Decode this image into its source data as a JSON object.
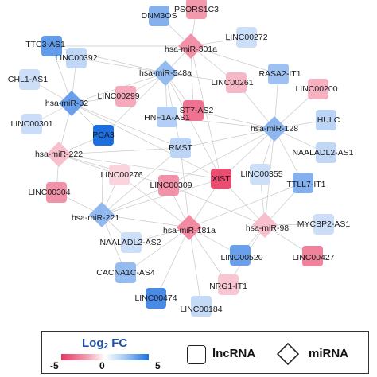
{
  "network": {
    "nodes": [
      {
        "id": "DNM3OS",
        "type": "lncRNA",
        "logfc": 2.6
      },
      {
        "id": "PSORS1C3",
        "type": "lncRNA",
        "logfc": -2.4
      },
      {
        "id": "hsa-miR-301a",
        "type": "miRNA",
        "logfc": -2.6
      },
      {
        "id": "TTC3-AS1",
        "type": "lncRNA",
        "logfc": 3.4
      },
      {
        "id": "LINC00392",
        "type": "lncRNA",
        "logfc": 1.2
      },
      {
        "id": "LINC00272",
        "type": "lncRNA",
        "logfc": 0.9
      },
      {
        "id": "hsa-miR-548a",
        "type": "miRNA",
        "logfc": 2.2
      },
      {
        "id": "CHL1-AS1",
        "type": "lncRNA",
        "logfc": 0.9
      },
      {
        "id": "RASA2-IT1",
        "type": "lncRNA",
        "logfc": 2.0
      },
      {
        "id": "LINC00261",
        "type": "lncRNA",
        "logfc": -1.6
      },
      {
        "id": "LINC00200",
        "type": "lncRNA",
        "logfc": -1.8
      },
      {
        "id": "hsa-miR-32",
        "type": "miRNA",
        "logfc": 3.2
      },
      {
        "id": "LINC00299",
        "type": "lncRNA",
        "logfc": -2.0
      },
      {
        "id": "ST7-AS2",
        "type": "lncRNA",
        "logfc": -3.4
      },
      {
        "id": "HNF1A-AS1",
        "type": "lncRNA",
        "logfc": 1.5
      },
      {
        "id": "hsa-miR-128",
        "type": "miRNA",
        "logfc": 2.4
      },
      {
        "id": "HULC",
        "type": "lncRNA",
        "logfc": 1.3
      },
      {
        "id": "LINC00301",
        "type": "lncRNA",
        "logfc": 1.0
      },
      {
        "id": "PCA3",
        "type": "lncRNA",
        "logfc": 5.0
      },
      {
        "id": "hsa-miR-222",
        "type": "miRNA",
        "logfc": -1.4
      },
      {
        "id": "RMST",
        "type": "lncRNA",
        "logfc": 1.3
      },
      {
        "id": "NAALADL2-AS1",
        "type": "lncRNA",
        "logfc": 1.2
      },
      {
        "id": "XIST",
        "type": "lncRNA",
        "logfc": -4.4
      },
      {
        "id": "LINC00355",
        "type": "lncRNA",
        "logfc": 0.9
      },
      {
        "id": "LINC00276",
        "type": "lncRNA",
        "logfc": -0.9
      },
      {
        "id": "LINC00309",
        "type": "lncRNA",
        "logfc": -2.6
      },
      {
        "id": "TTLL7-IT1",
        "type": "lncRNA",
        "logfc": 2.6
      },
      {
        "id": "LINC00304",
        "type": "lncRNA",
        "logfc": -2.6
      },
      {
        "id": "hsa-miR-221",
        "type": "miRNA",
        "logfc": 2.3
      },
      {
        "id": "hsa-miR-181a",
        "type": "miRNA",
        "logfc": -2.8
      },
      {
        "id": "hsa-miR-98",
        "type": "miRNA",
        "logfc": -1.4
      },
      {
        "id": "MYCBP2-AS1",
        "type": "lncRNA",
        "logfc": 0.9
      },
      {
        "id": "NAALADL2-AS2",
        "type": "lncRNA",
        "logfc": 0.9
      },
      {
        "id": "LINC00520",
        "type": "lncRNA",
        "logfc": 3.2
      },
      {
        "id": "LINC00427",
        "type": "lncRNA",
        "logfc": -3.0
      },
      {
        "id": "CACNA1C-AS4",
        "type": "lncRNA",
        "logfc": 2.2
      },
      {
        "id": "NRG1-IT1",
        "type": "lncRNA",
        "logfc": -1.2
      },
      {
        "id": "LINC00474",
        "type": "lncRNA",
        "logfc": 4.0
      },
      {
        "id": "LINC00184",
        "type": "lncRNA",
        "logfc": 1.1
      }
    ],
    "edges": [
      [
        "hsa-miR-301a",
        "DNM3OS"
      ],
      [
        "hsa-miR-301a",
        "PSORS1C3"
      ],
      [
        "hsa-miR-301a",
        "LINC00272"
      ],
      [
        "hsa-miR-301a",
        "RASA2-IT1"
      ],
      [
        "hsa-miR-301a",
        "LINC00261"
      ],
      [
        "hsa-miR-301a",
        "ST7-AS2"
      ],
      [
        "hsa-miR-301a",
        "hsa-miR-548a"
      ],
      [
        "hsa-miR-301a",
        "TTC3-AS1"
      ],
      [
        "hsa-miR-301a",
        "XIST"
      ],
      [
        "hsa-miR-548a",
        "LINC00392"
      ],
      [
        "hsa-miR-548a",
        "TTC3-AS1"
      ],
      [
        "hsa-miR-548a",
        "LINC00299"
      ],
      [
        "hsa-miR-548a",
        "HNF1A-AS1"
      ],
      [
        "hsa-miR-548a",
        "ST7-AS2"
      ],
      [
        "hsa-miR-548a",
        "LINC00261"
      ],
      [
        "hsa-miR-548a",
        "PCA3"
      ],
      [
        "hsa-miR-548a",
        "XIST"
      ],
      [
        "hsa-miR-548a",
        "RMST"
      ],
      [
        "hsa-miR-32",
        "TTC3-AS1"
      ],
      [
        "hsa-miR-32",
        "CHL1-AS1"
      ],
      [
        "hsa-miR-32",
        "LINC00301"
      ],
      [
        "hsa-miR-32",
        "LINC00392"
      ],
      [
        "hsa-miR-32",
        "PCA3"
      ],
      [
        "hsa-miR-32",
        "LINC00299"
      ],
      [
        "hsa-miR-32",
        "XIST"
      ],
      [
        "hsa-miR-32",
        "hsa-miR-548a"
      ],
      [
        "hsa-miR-32",
        "RMST"
      ],
      [
        "hsa-miR-128",
        "RASA2-IT1"
      ],
      [
        "hsa-miR-128",
        "LINC00200"
      ],
      [
        "hsa-miR-128",
        "HULC"
      ],
      [
        "hsa-miR-128",
        "NAALADL2-AS1"
      ],
      [
        "hsa-miR-128",
        "TTLL7-IT1"
      ],
      [
        "hsa-miR-128",
        "ST7-AS2"
      ],
      [
        "hsa-miR-128",
        "XIST"
      ],
      [
        "hsa-miR-128",
        "LINC00355"
      ],
      [
        "hsa-miR-128",
        "HNF1A-AS1"
      ],
      [
        "hsa-miR-128",
        "LINC00261"
      ],
      [
        "hsa-miR-128",
        "LINC00309"
      ],
      [
        "hsa-miR-128",
        "RMST"
      ],
      [
        "hsa-miR-222",
        "PCA3"
      ],
      [
        "hsa-miR-222",
        "LINC00304"
      ],
      [
        "hsa-miR-222",
        "LINC00276"
      ],
      [
        "hsa-miR-222",
        "RMST"
      ],
      [
        "hsa-miR-222",
        "XIST"
      ],
      [
        "hsa-miR-222",
        "LINC00309"
      ],
      [
        "hsa-miR-221",
        "LINC00304"
      ],
      [
        "hsa-miR-221",
        "LINC00276"
      ],
      [
        "hsa-miR-221",
        "NAALADL2-AS2"
      ],
      [
        "hsa-miR-221",
        "CACNA1C-AS4"
      ],
      [
        "hsa-miR-221",
        "PCA3"
      ],
      [
        "hsa-miR-221",
        "LINC00309"
      ],
      [
        "hsa-miR-221",
        "XIST"
      ],
      [
        "hsa-miR-221",
        "RMST"
      ],
      [
        "hsa-miR-221",
        "hsa-miR-181a"
      ],
      [
        "hsa-miR-181a",
        "LINC00309"
      ],
      [
        "hsa-miR-181a",
        "XIST"
      ],
      [
        "hsa-miR-181a",
        "NAALADL2-AS2"
      ],
      [
        "hsa-miR-181a",
        "CACNA1C-AS4"
      ],
      [
        "hsa-miR-181a",
        "LINC00474"
      ],
      [
        "hsa-miR-181a",
        "LINC00184"
      ],
      [
        "hsa-miR-181a",
        "LINC00520"
      ],
      [
        "hsa-miR-181a",
        "NRG1-IT1"
      ],
      [
        "hsa-miR-181a",
        "LINC00276"
      ],
      [
        "hsa-miR-181a",
        "RMST"
      ],
      [
        "hsa-miR-181a",
        "TTLL7-IT1"
      ],
      [
        "hsa-miR-98",
        "LINC00355"
      ],
      [
        "hsa-miR-98",
        "MYCBP2-AS1"
      ],
      [
        "hsa-miR-98",
        "LINC00427"
      ],
      [
        "hsa-miR-98",
        "LINC00520"
      ],
      [
        "hsa-miR-98",
        "XIST"
      ],
      [
        "hsa-miR-98",
        "TTLL7-IT1"
      ],
      [
        "hsa-miR-98",
        "NRG1-IT1"
      ],
      [
        "hsa-miR-98",
        "LINC00309"
      ],
      [
        "hsa-miR-222",
        "hsa-miR-32"
      ],
      [
        "hsa-miR-128",
        "hsa-miR-98"
      ]
    ]
  },
  "legend": {
    "title_main": "Log",
    "title_sub": "2",
    "title_tail": " FC",
    "min_label": "-5",
    "mid_label": "0",
    "max_label": "5",
    "lncrna_label": "lncRNA",
    "mirna_label": "miRNA",
    "color_low": "#e8365f",
    "color_mid": "#ffffff",
    "color_high": "#1d6fe0"
  }
}
